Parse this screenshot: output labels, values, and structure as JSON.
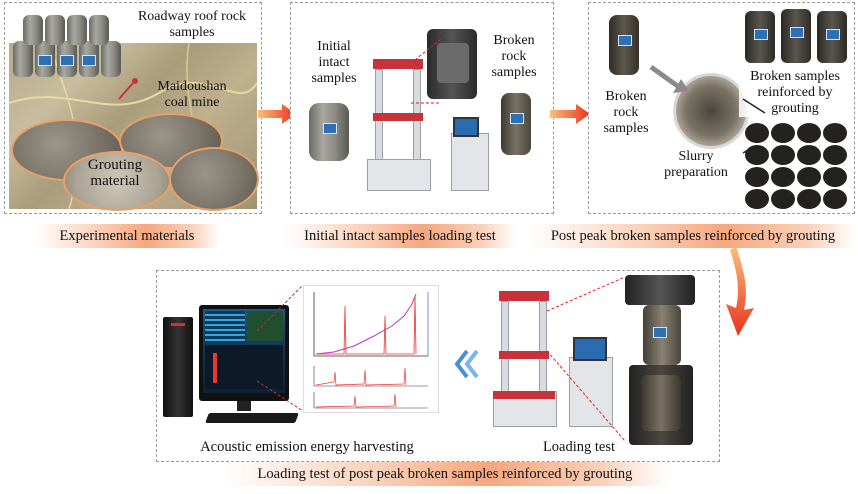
{
  "panels": {
    "materials": {
      "caption": "Experimental materials",
      "labels": {
        "roof_rock": "Roadway roof rock\nsamples",
        "mine": "Maidoushan\ncoal mine",
        "grouting": "Grouting\nmaterial"
      }
    },
    "intact": {
      "caption": "Initial intact samples  loading test",
      "labels": {
        "initial": "Initial\nintact\nsamples",
        "broken": "Broken\nrock\nsamples"
      }
    },
    "reinforced": {
      "caption": "Post peak broken  samples reinforced by grouting",
      "labels": {
        "broken": "Broken\nrock\nsamples",
        "slurry": "Slurry\npreparation",
        "reinforced": "Broken  samples\nreinforced by\ngrouting"
      }
    },
    "bottom": {
      "caption": "Loading test of post peak broken  samples  reinforced by grouting",
      "labels": {
        "acoustic": "Acoustic emission energy harvesting",
        "loading": "Loading test"
      }
    }
  },
  "colors": {
    "arrow": "#e8321e",
    "caption_band": "#f6a77f",
    "dashed_border": "#9a9a9a",
    "chevron": "#4a90d9"
  }
}
